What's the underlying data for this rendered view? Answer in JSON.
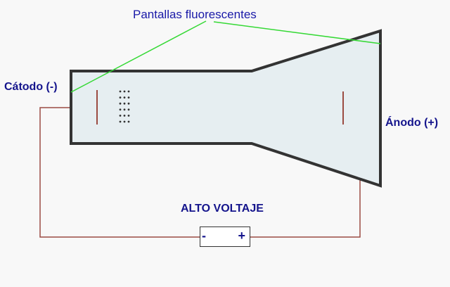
{
  "labels": {
    "screens": "Pantallas fluorescentes",
    "cathode": "Cátodo (-)",
    "anode": "Ánodo (+)",
    "voltage": "ALTO VOLTAJE"
  },
  "battery": {
    "negative": "-",
    "positive": "+"
  },
  "colors": {
    "tube_fill": "#e6eef1",
    "tube_outline": "#333333",
    "wire": "#9b4b42",
    "pointer": "#36d936",
    "text": "#1a1aa8"
  }
}
